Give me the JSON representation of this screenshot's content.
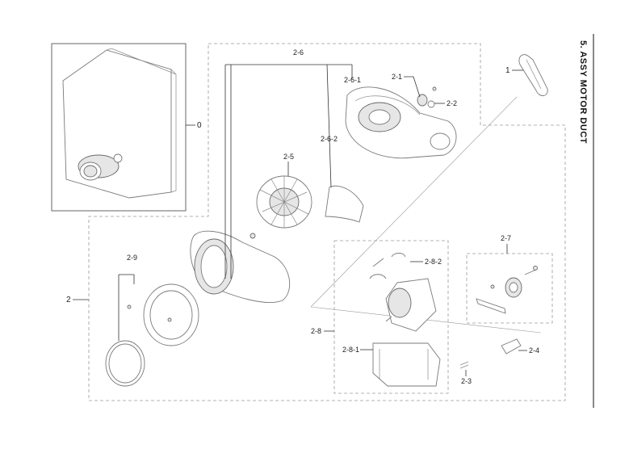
{
  "title": "5. ASSY MOTOR DUCT",
  "callouts": {
    "c0": "0",
    "c1": "1",
    "c2": "2",
    "c2_1": "2-1",
    "c2_2": "2-2",
    "c2_3": "2-3",
    "c2_4": "2-4",
    "c2_5": "2-5",
    "c2_6": "2-6",
    "c2_6_1": "2-6-1",
    "c2_6_2": "2-6-2",
    "c2_7": "2-7",
    "c2_8": "2-8",
    "c2_8_1": "2-8-1",
    "c2_8_2": "2-8-2",
    "c2_9": "2-9"
  },
  "colors": {
    "line": "#7a7a7a",
    "dash": "#9a9a9a",
    "text": "#222222"
  }
}
